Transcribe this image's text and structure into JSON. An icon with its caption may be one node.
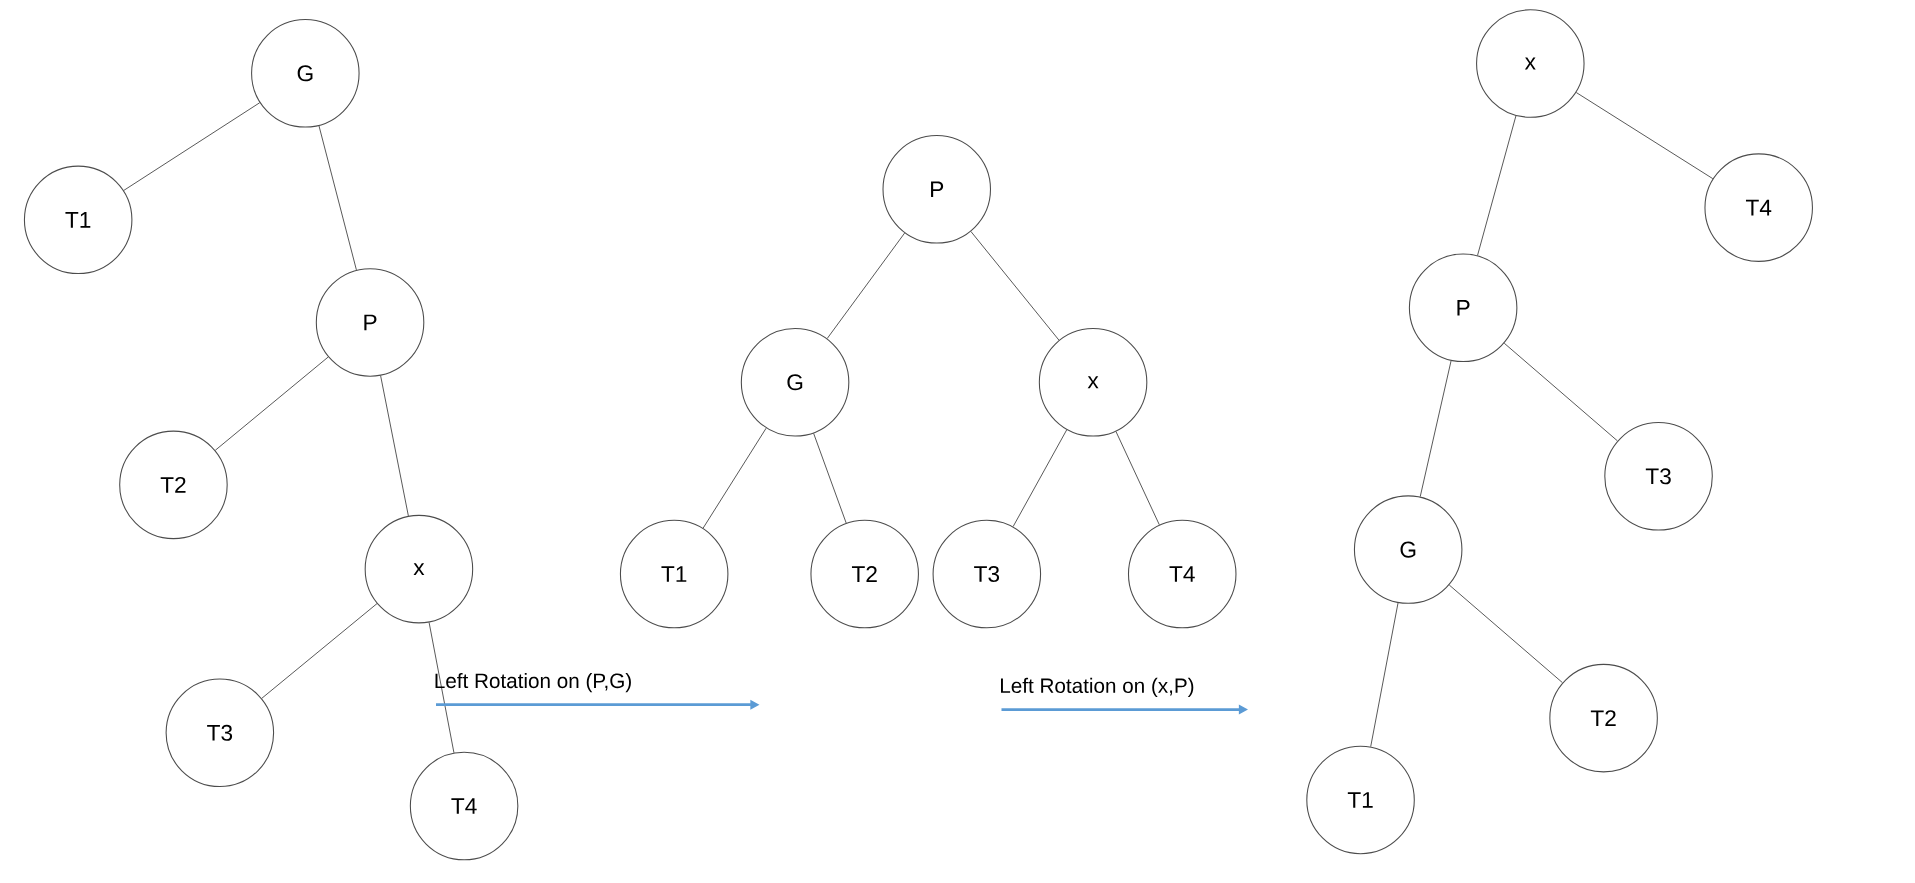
{
  "diagram": {
    "nodes": [
      {
        "text": [
          "G"
        ]
      },
      {
        "text": [
          "T1"
        ]
      },
      {
        "text": [
          "P"
        ]
      },
      {
        "text": [
          "T2"
        ]
      },
      {
        "text": [
          "x"
        ]
      },
      {
        "text": [
          "T3"
        ]
      },
      {
        "text": [
          "T4"
        ]
      },
      {
        "text": [
          "P"
        ]
      },
      {
        "text": [
          "G"
        ]
      },
      {
        "text": [
          "x"
        ]
      },
      {
        "text": [
          "T1"
        ]
      },
      {
        "text": [
          "T2"
        ]
      },
      {
        "text": [
          "T3"
        ]
      },
      {
        "text": [
          "T4"
        ]
      },
      {
        "text": [
          "x"
        ]
      },
      {
        "text": [
          "T4"
        ]
      },
      {
        "text": [
          "P"
        ]
      },
      {
        "text": [
          "T3"
        ]
      },
      {
        "text": [
          "G"
        ]
      },
      {
        "text": [
          "T2"
        ]
      },
      {
        "text": [
          "T1"
        ]
      }
    ],
    "edges": [
      {
        "from": 0,
        "to": 1,
        "arrow": "none"
      },
      {
        "from": 0,
        "to": 2,
        "arrow": "none"
      },
      {
        "from": 2,
        "to": 3,
        "arrow": "none"
      },
      {
        "from": 2,
        "to": 4,
        "arrow": "none"
      },
      {
        "from": 4,
        "to": 5,
        "arrow": "none"
      },
      {
        "from": 4,
        "to": 6,
        "arrow": "none"
      },
      {
        "from": 7,
        "to": 8,
        "arrow": "none"
      },
      {
        "from": 7,
        "to": 9,
        "arrow": "none"
      },
      {
        "from": 8,
        "to": 10,
        "arrow": "none"
      },
      {
        "from": 8,
        "to": 11,
        "arrow": "none"
      },
      {
        "from": 9,
        "to": 12,
        "arrow": "none"
      },
      {
        "from": 9,
        "to": 13,
        "arrow": "none"
      },
      {
        "from": 14,
        "to": 16,
        "arrow": "none"
      },
      {
        "from": 14,
        "to": 15,
        "arrow": "none"
      },
      {
        "from": 16,
        "to": 18,
        "arrow": "none"
      },
      {
        "from": 16,
        "to": 17,
        "arrow": "none"
      },
      {
        "from": 18,
        "to": 20,
        "arrow": "none"
      },
      {
        "from": 18,
        "to": 19,
        "arrow": "none"
      }
    ],
    "labels": [
      "Left Rotation on (P,G)",
      "Left Rotation on (x,P)"
    ]
  }
}
